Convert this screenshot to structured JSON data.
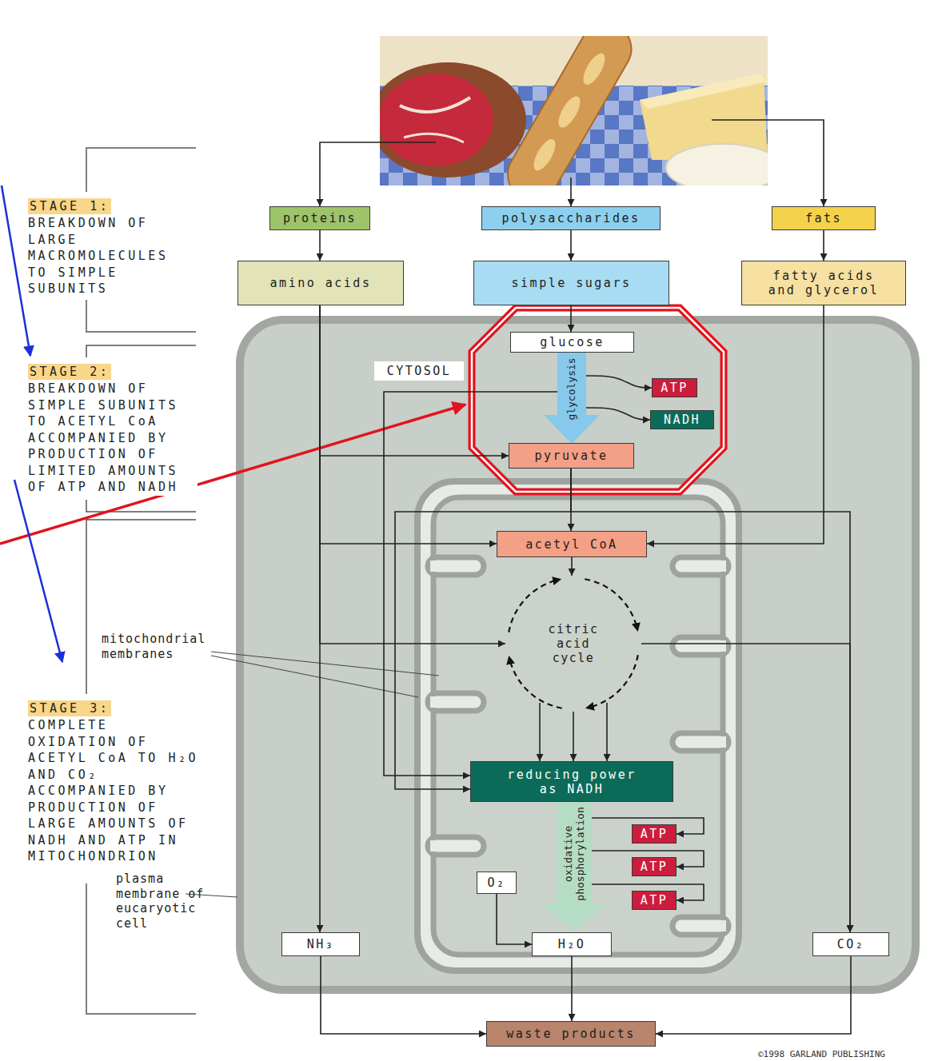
{
  "diagram": {
    "nodes": [
      {
        "text": [
          "proteins"
        ]
      },
      {
        "text": [
          "polysaccharides"
        ]
      },
      {
        "text": [
          "fats"
        ]
      },
      {
        "text": [
          "amino acids"
        ]
      },
      {
        "text": [
          "simple sugars"
        ]
      },
      {
        "text": [
          "fatty acids and glycerol"
        ]
      },
      {
        "text": [
          "plasma membrane of eucaryotic cell"
        ]
      },
      {
        "text": [
          "CYTOSOL"
        ],
        "in": 6
      },
      {
        "text": [
          "glucose"
        ],
        "in": 6
      },
      {
        "text": [
          "glycolysis"
        ],
        "in": 6
      },
      {
        "text": [
          "ATP"
        ],
        "in": 6
      },
      {
        "text": [
          "NADH"
        ],
        "in": 6
      },
      {
        "text": [
          "pyruvate"
        ],
        "in": 6
      },
      {
        "text": [
          "mitochondrial membranes"
        ],
        "in": 6
      },
      {
        "text": [
          "acetyl CoA"
        ],
        "in": 13
      },
      {
        "text": [
          "citric acid cycle"
        ],
        "in": 13
      },
      {
        "text": [
          "reducing power as NADH"
        ],
        "in": 13
      },
      {
        "text": [
          "oxidative phosphorylation"
        ],
        "in": 13
      },
      {
        "text": [
          "ATP"
        ],
        "in": 13
      },
      {
        "text": [
          "ATP"
        ],
        "in": 13
      },
      {
        "text": [
          "ATP"
        ],
        "in": 13
      },
      {
        "text": [
          "O₂"
        ],
        "in": 13
      },
      {
        "text": [
          "H₂O"
        ],
        "in": 13
      },
      {
        "text": [
          "NH₃"
        ],
        "in": 6
      },
      {
        "text": [
          "CO₂"
        ],
        "in": 6
      },
      {
        "text": [
          "waste products"
        ]
      }
    ],
    "edges": [
      {
        "from": 0,
        "to": 3,
        "arrow": "to"
      },
      {
        "from": 1,
        "to": 4,
        "arrow": "to"
      },
      {
        "from": 2,
        "to": 5,
        "arrow": "to"
      },
      {
        "from": 4,
        "to": 8,
        "arrow": "to"
      },
      {
        "from": 3,
        "to": 12,
        "arrow": "to"
      },
      {
        "from": 3,
        "to": 14,
        "arrow": "to"
      },
      {
        "from": 3,
        "to": 15,
        "arrow": "to"
      },
      {
        "from": 3,
        "to": 23,
        "arrow": "to"
      },
      {
        "from": 5,
        "to": 14,
        "arrow": "to"
      },
      {
        "from": 9,
        "to": 10,
        "arrow": "to"
      },
      {
        "from": 9,
        "to": 11,
        "arrow": "to"
      },
      {
        "from": 9,
        "to": 16,
        "arrow": "to"
      },
      {
        "from": 12,
        "to": 14,
        "arrow": "to"
      },
      {
        "from": 12,
        "to": 16,
        "arrow": "to"
      },
      {
        "from": 12,
        "to": 24,
        "arrow": "to"
      },
      {
        "from": 14,
        "to": 15,
        "arrow": "to"
      },
      {
        "from": 15,
        "to": 16,
        "arrow": "to"
      },
      {
        "from": 15,
        "to": 16,
        "arrow": "to"
      },
      {
        "from": 15,
        "to": 16,
        "arrow": "to"
      },
      {
        "from": 15,
        "to": 24,
        "arrow": "to"
      },
      {
        "from": 17,
        "to": 18,
        "arrow": "to"
      },
      {
        "from": 17,
        "to": 19,
        "arrow": "to"
      },
      {
        "from": 17,
        "to": 20,
        "arrow": "to"
      },
      {
        "from": 21,
        "to": 22,
        "arrow": "to"
      },
      {
        "from": 23,
        "to": 25,
        "arrow": "to"
      },
      {
        "from": 22,
        "to": 25,
        "arrow": "to"
      },
      {
        "from": 24,
        "to": 25,
        "arrow": "to"
      }
    ],
    "labels": [
      "STAGE 1:",
      "BREAKDOWN OF LARGE MACROMOLECULES TO SIMPLE SUBUNITS",
      "STAGE 2:",
      "BREAKDOWN OF SIMPLE SUBUNITS TO ACETYL CoA ACCOMPANIED BY PRODUCTION OF LIMITED AMOUNTS OF ATP AND NADH",
      "STAGE 3:",
      "COMPLETE OXIDATION OF ACETYL CoA TO H₂O AND CO₂ ACCOMPANIED BY PRODUCTION OF LARGE AMOUNTS OF NADH AND ATP IN MITOCHONDRION",
      "©1998 GARLAND PUBLISHING"
    ]
  }
}
